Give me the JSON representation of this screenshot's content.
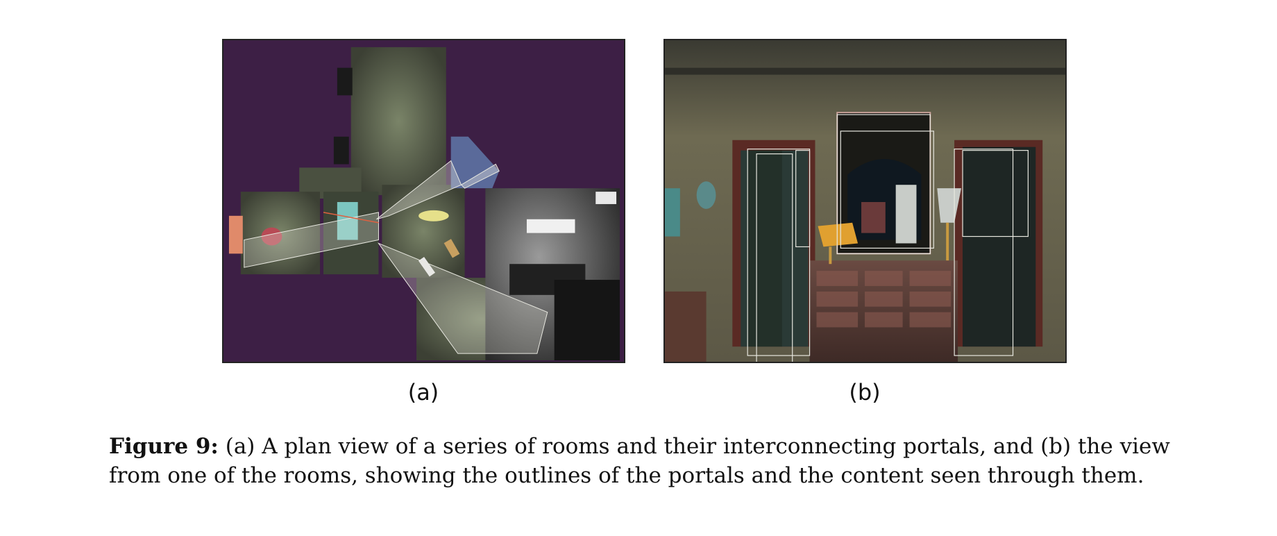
{
  "figure": {
    "panel_a_label": "(a)",
    "panel_b_label": "(b)",
    "caption_lead": "Figure 9:",
    "caption_text": "(a) A plan view of a series of rooms and their interconnecting portals, and (b) the view from one of the rooms, showing the outlines of the portals and the content seen through them."
  },
  "colors": {
    "plan_background": "#3d1f45",
    "room_floor": "#5e6650",
    "portal_outline": "#e8e8e0"
  }
}
